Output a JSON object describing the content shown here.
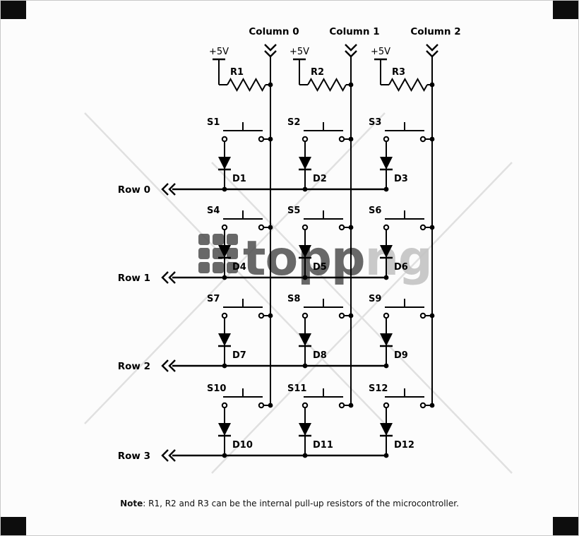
{
  "canvas": {
    "bg": "#fcfcfc",
    "ink": "#000000",
    "border": "#c8c8c8",
    "corner": "#0d0d0d"
  },
  "watermark": {
    "brand_dark": "topp",
    "brand_light": "ng",
    "dark": "#545454",
    "light": "#c3c3c3"
  },
  "columns": [
    {
      "label": "Column 0",
      "supply": "+5V",
      "resistor": "R1"
    },
    {
      "label": "Column 1",
      "supply": "+5V",
      "resistor": "R2"
    },
    {
      "label": "Column 2",
      "supply": "+5V",
      "resistor": "R3"
    }
  ],
  "rows": [
    {
      "label": "Row 0"
    },
    {
      "label": "Row 1"
    },
    {
      "label": "Row 2"
    },
    {
      "label": "Row 3"
    }
  ],
  "cells": [
    {
      "switch": "S1",
      "diode": "D1"
    },
    {
      "switch": "S2",
      "diode": "D2"
    },
    {
      "switch": "S3",
      "diode": "D3"
    },
    {
      "switch": "S4",
      "diode": "D4"
    },
    {
      "switch": "S5",
      "diode": "D5"
    },
    {
      "switch": "S6",
      "diode": "D6"
    },
    {
      "switch": "S7",
      "diode": "D7"
    },
    {
      "switch": "S8",
      "diode": "D8"
    },
    {
      "switch": "S9",
      "diode": "D9"
    },
    {
      "switch": "S10",
      "diode": "D10"
    },
    {
      "switch": "S11",
      "diode": "D11"
    },
    {
      "switch": "S12",
      "diode": "D12"
    }
  ],
  "note": {
    "prefix": "Note",
    "body": ": R1, R2 and R3 can be the internal pull-up resistors of the microcontroller."
  }
}
